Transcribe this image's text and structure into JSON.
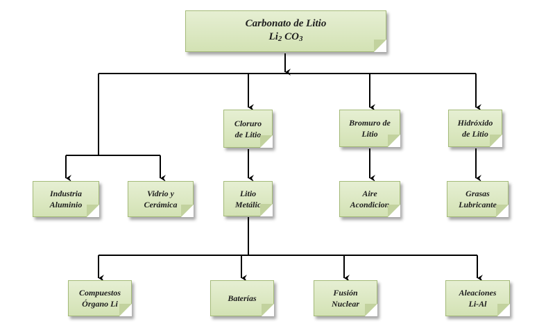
{
  "diagram": {
    "root": {
      "line1": "Carbonato de Litio",
      "formula_li": "Li",
      "formula_li_sub": "2",
      "formula_co": " CO",
      "formula_co_sub": "3"
    },
    "nodes": {
      "cloruro": {
        "line1": "Cloruro",
        "line2": "de Litio"
      },
      "bromuro": {
        "line1": "Bromuro de",
        "line2": "Litio"
      },
      "hidroxido": {
        "line1": "Hidróxido",
        "line2": "de Litio"
      },
      "industria": {
        "line1": "Industria",
        "line2": "Aluminio"
      },
      "vidrio": {
        "line1": "Vidrio y",
        "line2": "Cerámica"
      },
      "litio": {
        "line1": "Litio",
        "line2": "Metálic"
      },
      "aire": {
        "line1": "Aire",
        "line2": "Acondicion"
      },
      "grasas": {
        "line1": "Grasas",
        "line2": "Lubricante"
      },
      "compuestos": {
        "line1": "Compuestos",
        "line2": "Órgano Li"
      },
      "baterias": {
        "line1": "Baterías"
      },
      "fusion": {
        "line1": "Fusión",
        "line2": "Nuclear"
      },
      "aleaciones": {
        "line1": "Aleaciones",
        "line2": "Li-Al"
      }
    },
    "colors": {
      "node_fill": "#dbe7c2",
      "node_border": "#a4ba78",
      "connector": "#000000"
    }
  }
}
